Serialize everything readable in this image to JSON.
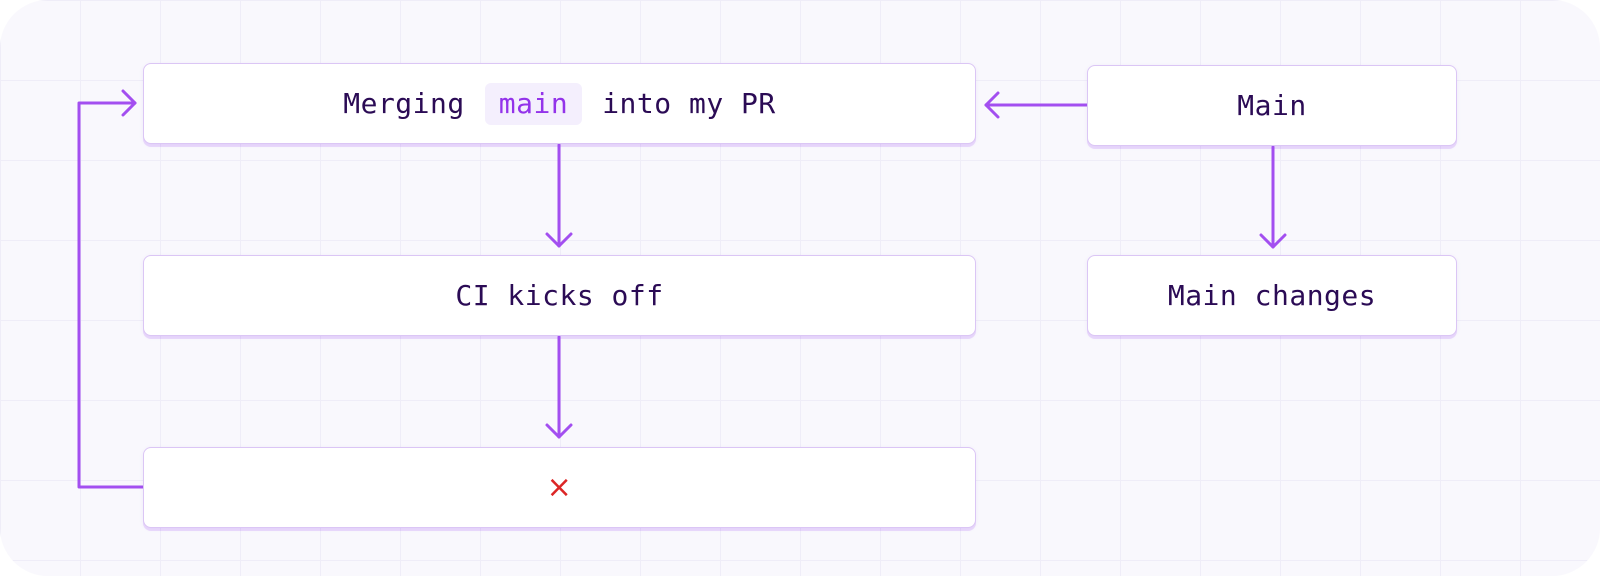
{
  "diagram": {
    "merge_node": {
      "text_before": "Merging",
      "code": "main",
      "text_after": "into my PR"
    },
    "ci_node": {
      "label": "CI kicks off"
    },
    "fail_node": {
      "symbol": "×"
    },
    "main_node": {
      "label": "Main"
    },
    "main_changes_node": {
      "label": "Main changes"
    }
  },
  "colors": {
    "arrow": "#a34ff0",
    "node_border": "#dbc6f5",
    "node_text": "#2b0b55",
    "code_text": "#9333ea",
    "code_bg": "#f4effd",
    "fail_mark": "#dc2626",
    "background": "#f9f8fd"
  }
}
